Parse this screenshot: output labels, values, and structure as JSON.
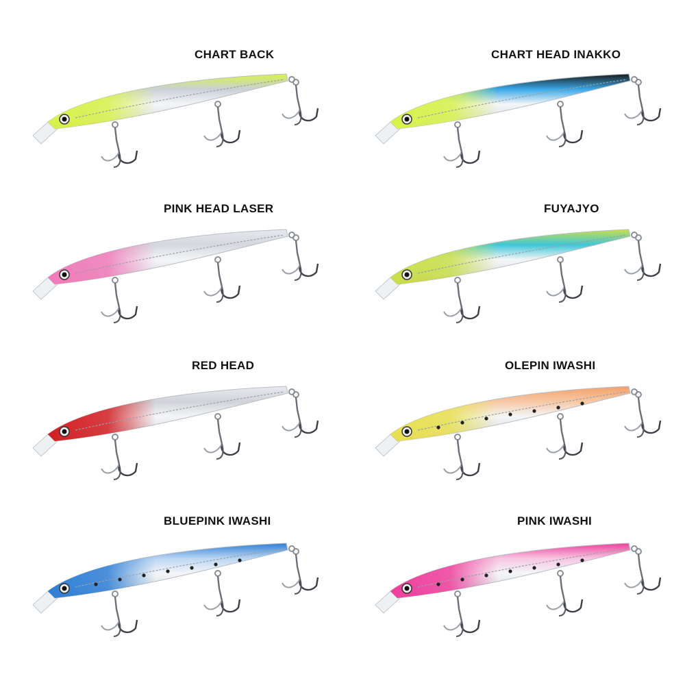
{
  "lures": [
    {
      "name": "CHART BACK",
      "back": "#d8f24a",
      "belly": "#f39a3e",
      "head": "#d8f24a",
      "accent": "#c9d0d6",
      "spots": false
    },
    {
      "name": "CHART HEAD INAKKO",
      "back": "#1a1a1a",
      "belly": "#d9dde2",
      "head": "#d8f24a",
      "accent": "#3aa8e8",
      "spots": false
    },
    {
      "name": "PINK HEAD LASER",
      "back": "#e6e9ee",
      "belly": "#f3c3dc",
      "head": "#f07ab8",
      "accent": "#d4d8de",
      "spots": false
    },
    {
      "name": "FUYAJYO",
      "back": "#c9df4a",
      "belly": "#f25ca0",
      "head": "#c9df4a",
      "accent": "#3fc6d8",
      "spots": false
    },
    {
      "name": "RED HEAD",
      "back": "#e8eaee",
      "belly": "#e1e4e8",
      "head": "#d31f23",
      "accent": "#cfd3d8",
      "spots": false
    },
    {
      "name": "OLEPIN IWASHI",
      "back": "#f3a06b",
      "belly": "#f48cc4",
      "head": "#e8e050",
      "accent": "#f7c8a4",
      "spots": true
    },
    {
      "name": "BLUEPINK IWASHI",
      "back": "#2f7fd6",
      "belly": "#e79ad0",
      "head": "#2f7fd6",
      "accent": "#bcd6f2",
      "spots": true
    },
    {
      "name": "PINK IWASHI",
      "back": "#ee3f9c",
      "belly": "#f7b4da",
      "head": "#ee3f9c",
      "accent": "#f6c6e2",
      "spots": true
    }
  ]
}
